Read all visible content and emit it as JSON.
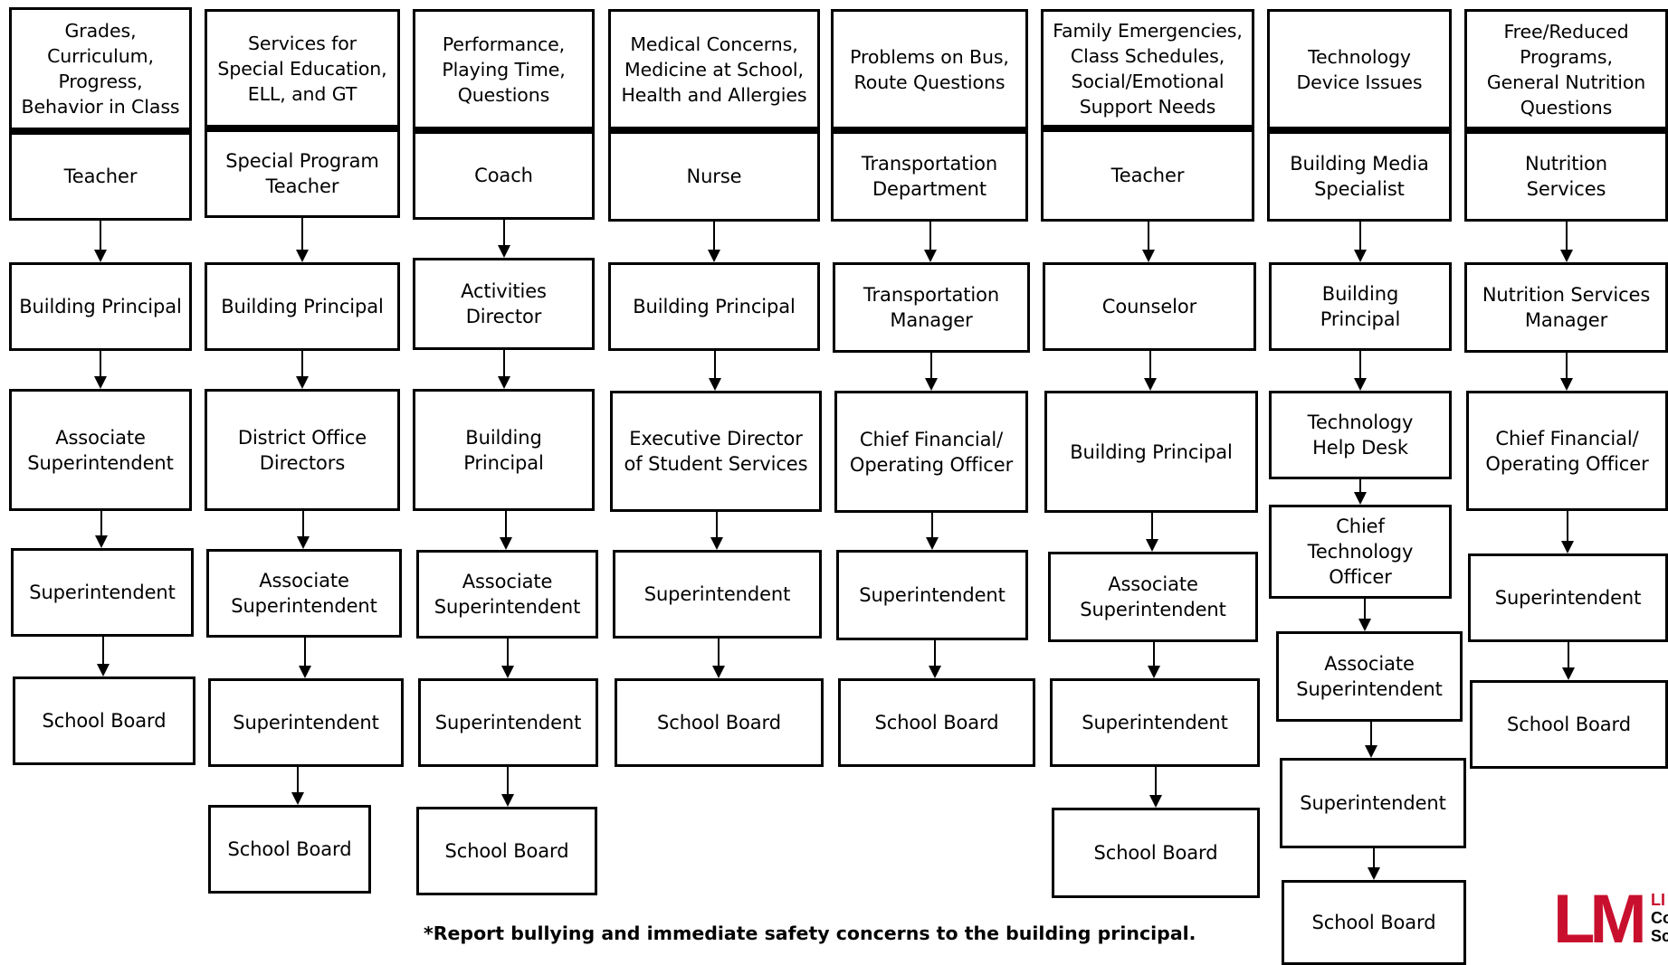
{
  "columns": [
    {
      "topic": "Grades,\nCurriculum,\nProgress,\nBehavior in Class",
      "steps": [
        "Teacher",
        "Building Principal",
        "Associate\nSuperintendent",
        "Superintendent",
        "School Board"
      ]
    },
    {
      "topic": "Services for\nSpecial Education,\nELL, and GT",
      "steps": [
        "Special Program\nTeacher",
        "Building Principal",
        "District Office\nDirectors",
        "Associate\nSuperintendent",
        "Superintendent",
        "School Board"
      ]
    },
    {
      "topic": "Performance,\nPlaying Time,\nQuestions",
      "steps": [
        "Coach",
        "Activities\nDirector",
        "Building\nPrincipal",
        "Associate\nSuperintendent",
        "Superintendent",
        "School Board"
      ]
    },
    {
      "topic": "Medical Concerns,\nMedicine at School,\nHealth and Allergies",
      "steps": [
        "Nurse",
        "Building Principal",
        "Executive Director\nof Student Services",
        "Superintendent",
        "School Board"
      ]
    },
    {
      "topic": "Problems on Bus,\nRoute Questions",
      "steps": [
        "Transportation\nDepartment",
        "Transportation\nManager",
        "Chief Financial/\nOperating Officer",
        "Superintendent",
        "School Board"
      ]
    },
    {
      "topic": "Family Emergencies,\nClass Schedules,\nSocial/Emotional\nSupport Needs",
      "steps": [
        "Teacher",
        "Counselor",
        "Building Principal",
        "Associate\nSuperintendent",
        "Superintendent",
        "School Board"
      ]
    },
    {
      "topic": "Technology\nDevice Issues",
      "steps": [
        "Building Media\nSpecialist",
        "Building\nPrincipal",
        "Technology\nHelp Desk",
        "Chief\nTechnology\nOfficer",
        "Associate\nSuperintendent",
        "Superintendent",
        "School Board"
      ]
    },
    {
      "topic": "Free/Reduced\nPrograms,\nGeneral Nutrition\nQuestions",
      "steps": [
        "Nutrition\nServices",
        "Nutrition Services\nManager",
        "Chief Financial/\nOperating Officer",
        "Superintendent",
        "School Board"
      ]
    }
  ],
  "footnote": "*Report bullying and immediate safety concerns to the building principal.",
  "logo": {
    "letters": "LM",
    "side_text": [
      "LI",
      "Co",
      "Sch"
    ],
    "brand_color": "#c8102e"
  }
}
